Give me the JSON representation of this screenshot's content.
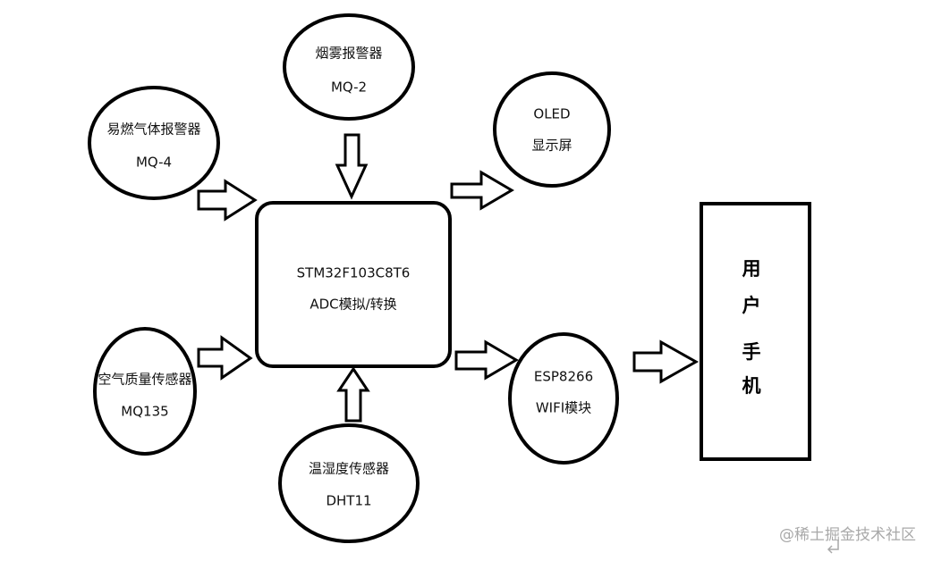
{
  "nodes": {
    "smoke_alarm": {
      "line1": "烟雾报警器",
      "line2": "MQ-2"
    },
    "flammable_gas_alarm": {
      "line1": "易燃气体报警器",
      "line2": "MQ-4"
    },
    "oled_display": {
      "line1": "OLED",
      "line2": "显示屏"
    },
    "mcu": {
      "line1": "STM32F103C8T6",
      "line2": "ADC模拟/转换"
    },
    "air_quality_sensor": {
      "line1": "空气质量传感器",
      "line2": "MQ135"
    },
    "temp_humidity_sensor": {
      "line1": "温湿度传感器",
      "line2": "DHT11"
    },
    "wifi_module": {
      "line1": "ESP8266",
      "line2": "WIFI模块"
    },
    "user_phone": {
      "chars": [
        "用",
        "户",
        "手",
        "机"
      ]
    }
  },
  "edges": [
    {
      "from": "smoke_alarm",
      "to": "mcu"
    },
    {
      "from": "flammable_gas_alarm",
      "to": "mcu"
    },
    {
      "from": "mcu",
      "to": "oled_display"
    },
    {
      "from": "air_quality_sensor",
      "to": "mcu"
    },
    {
      "from": "temp_humidity_sensor",
      "to": "mcu"
    },
    {
      "from": "mcu",
      "to": "wifi_module"
    },
    {
      "from": "wifi_module",
      "to": "user_phone"
    }
  ],
  "watermark": {
    "text": "@稀土掘金技术社区"
  },
  "colors": {
    "stroke": "#000000",
    "fill": "#ffffff",
    "watermark": "#a9a9a9"
  }
}
